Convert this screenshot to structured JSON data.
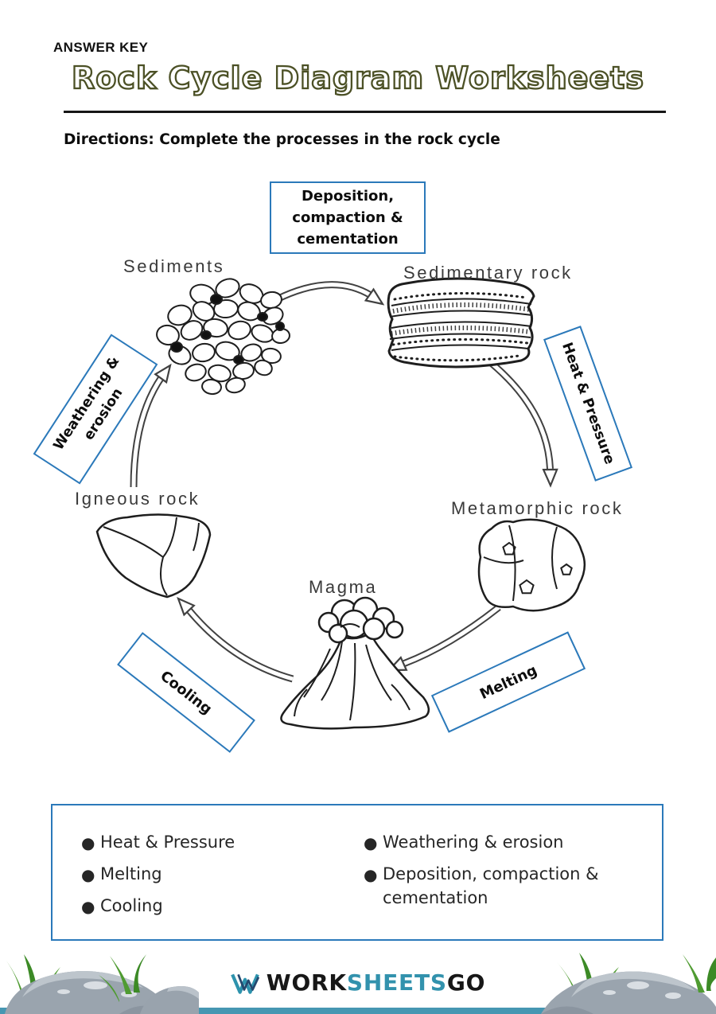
{
  "header": {
    "answer_key": "ANSWER KEY",
    "title": "Rock Cycle Diagram Worksheets",
    "directions": "Directions: Complete the processes in the rock cycle"
  },
  "diagram": {
    "stages": [
      {
        "label": "Sediments"
      },
      {
        "label": "Sedimentary rock"
      },
      {
        "label": "Metamorphic rock"
      },
      {
        "label": "Magma"
      },
      {
        "label": "Igneous rock"
      }
    ],
    "processes": [
      {
        "label": "Deposition, compaction & cementation"
      },
      {
        "label": "Heat & Pressure"
      },
      {
        "label": "Melting"
      },
      {
        "label": "Cooling"
      },
      {
        "label": "Weathering & erosion"
      }
    ]
  },
  "word_bank": {
    "left_items": [
      "Heat & Pressure",
      "Melting",
      "Cooling"
    ],
    "right_items": [
      "Weathering & erosion",
      "Deposition, compaction & cementation"
    ]
  },
  "footer": {
    "brand_prefix": "WORK",
    "brand_mid": "SHEETS",
    "brand_suffix": "GO"
  },
  "colors": {
    "box_border": "#2b79ba",
    "title_outline": "#4c5126",
    "brand_teal": "#3292ad",
    "footer_bar": "#4697b2"
  }
}
